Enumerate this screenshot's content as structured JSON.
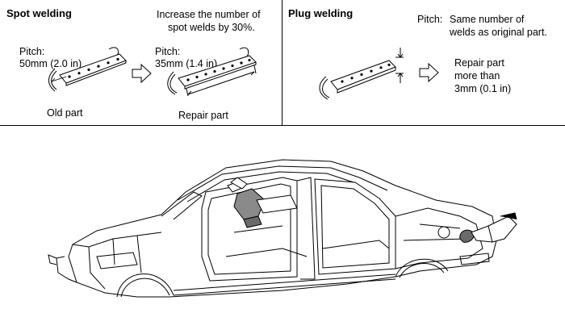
{
  "spot": {
    "heading": "Spot welding",
    "note_line1": "Increase the number of",
    "note_line2": "spot welds by 30%.",
    "old_pitch_label": "Pitch:",
    "old_pitch_value": "50mm (2.0 in)",
    "new_pitch_label": "Pitch:",
    "new_pitch_value": "35mm (1.4 in)",
    "old_caption": "Old part",
    "new_caption": "Repair part"
  },
  "plug": {
    "heading": "Plug welding",
    "pitch_label": "Pitch:",
    "pitch_line1": "Same number of",
    "pitch_line2": "welds as original part.",
    "repair_line1": "Repair part",
    "repair_line2": "more than",
    "repair_line3": "3mm (0.1 in)"
  },
  "colors": {
    "ink": "#000000",
    "part_fill": "#ffffff",
    "glove": "#8a8a8a"
  }
}
